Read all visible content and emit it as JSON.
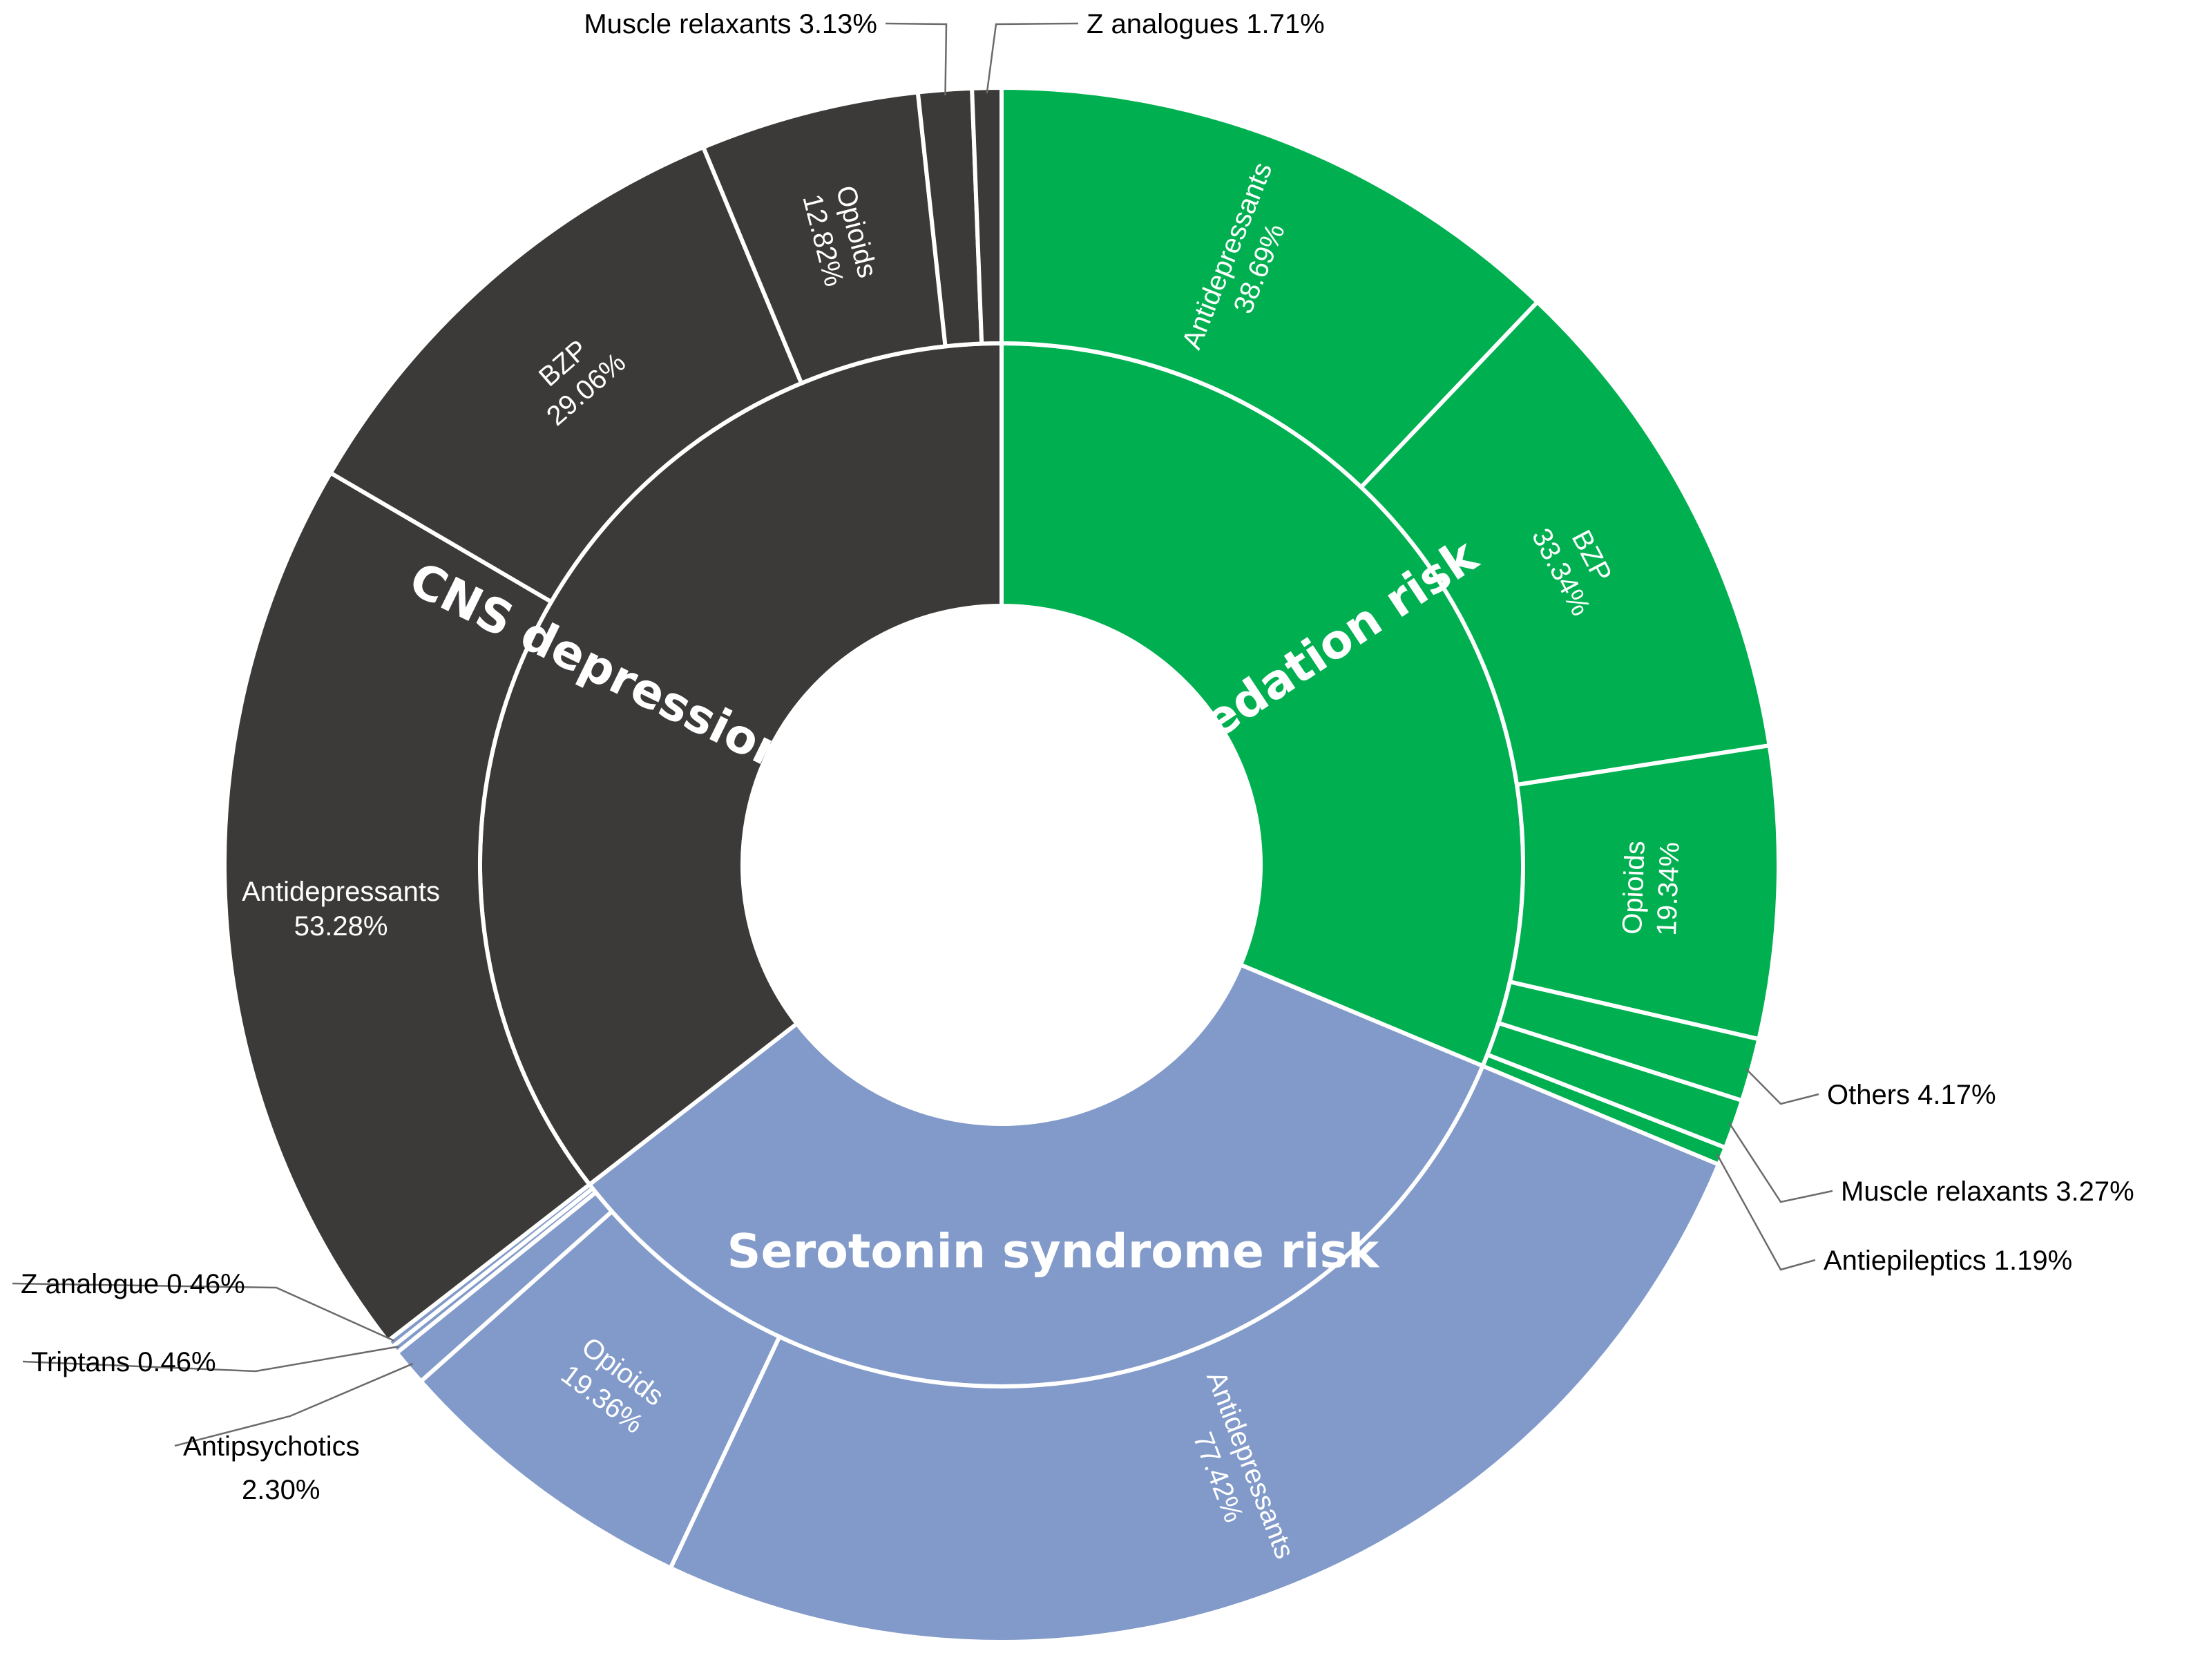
{
  "chart_data": {
    "type": "sunburst",
    "colors": {
      "CNS depression risk": "#3b3a39",
      "Sedation risk": "#00b050",
      "Serotonin syndrome risk": "#829ac9"
    },
    "parents": [
      {
        "name": "Sedation risk",
        "share": 0.313,
        "children": [
          {
            "name": "Antidepressants",
            "value": 38.69,
            "label_line1": "Antidepressants",
            "label_line2": "38.69%"
          },
          {
            "name": "BZP",
            "value": 33.34,
            "label_line1": "BZP",
            "label_line2": "33.34%"
          },
          {
            "name": "Opioids",
            "value": 19.34,
            "label_line1": "Opioids",
            "label_line2": "19.34%"
          },
          {
            "name": "Others",
            "value": 4.17,
            "label_line1": "Others  4.17%",
            "label_line2": ""
          },
          {
            "name": "Muscle relaxants",
            "value": 3.27,
            "label_line1": "Muscle relaxants  3.27%",
            "label_line2": ""
          },
          {
            "name": "Antiepileptics",
            "value": 1.19,
            "label_line1": "Antiepileptics  1.19%",
            "label_line2": ""
          }
        ]
      },
      {
        "name": "Serotonin syndrome risk",
        "share": 0.332,
        "children": [
          {
            "name": "Antidepressants",
            "value": 77.42,
            "label_line1": "Antidepressants",
            "label_line2": "77.42%"
          },
          {
            "name": "Opioids",
            "value": 19.36,
            "label_line1": "Opioids",
            "label_line2": "19.36%"
          },
          {
            "name": "Antipsychotics",
            "value": 2.3,
            "label_line1": "Antipsychotics",
            "label_line2": "2.30%"
          },
          {
            "name": "Triptans",
            "value": 0.46,
            "label_line1": "Triptans 0.46%",
            "label_line2": ""
          },
          {
            "name": "Z analogue",
            "value": 0.46,
            "label_line1": "Z analogue 0.46%",
            "label_line2": ""
          }
        ]
      },
      {
        "name": "CNS depression risk",
        "share": 0.355,
        "children": [
          {
            "name": "Antidepressants",
            "value": 53.28,
            "label_line1": "Antidepressants",
            "label_line2": "53.28%"
          },
          {
            "name": "BZP",
            "value": 29.06,
            "label_line1": "BZP",
            "label_line2": "29.06%"
          },
          {
            "name": "Opioids",
            "value": 12.82,
            "label_line1": "Opioids",
            "label_line2": "12.82%"
          },
          {
            "name": "Muscle relaxants",
            "value": 3.13,
            "label_line1": "Muscle relaxants 3.13%",
            "label_line2": ""
          },
          {
            "name": "Z analogues",
            "value": 1.71,
            "label_line1": "Z analogues 1.71%",
            "label_line2": ""
          }
        ]
      }
    ]
  }
}
